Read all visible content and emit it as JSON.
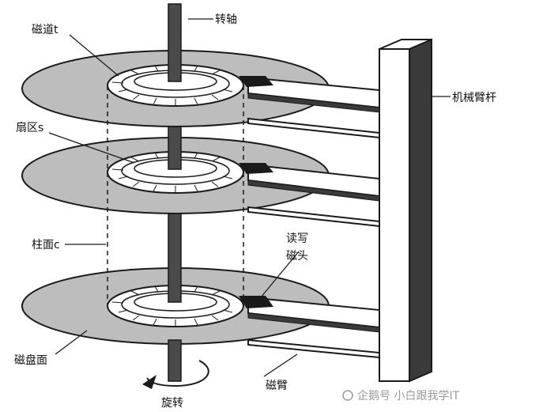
{
  "labels": {
    "track": "磁道t",
    "spindle": "转轴",
    "sector": "扇区s",
    "arm_pole": "机械臂杆",
    "cylinder": "柱面c",
    "head_line1": "读写",
    "head_line2": "磁头",
    "surface": "磁盘面",
    "arm": "磁臂",
    "rotation": "旋转"
  },
  "watermark": "企鹅号 小白跟我学IT",
  "colors": {
    "platter": "#bdbdbd",
    "ink": "#1a1a1a",
    "paper": "#ffffff",
    "dark": "#3a3a3a"
  }
}
